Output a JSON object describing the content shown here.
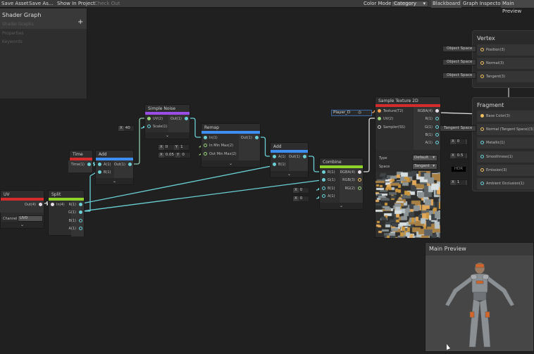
{
  "toolbar": {
    "save_asset": "Save Asset",
    "save_as": "Save As...",
    "show_in_project": "Show In Project",
    "check_out": "Check Out",
    "color_mode_label": "Color Mode",
    "color_mode_value": "Category",
    "blackboard": "Blackboard",
    "graph_inspector": "Graph Inspector",
    "main_preview": "Main Preview"
  },
  "blackboard": {
    "title": "Shader Graph",
    "subtitle": "Shader Graphs",
    "add": "+",
    "sections": [
      "Properties",
      "Keywords"
    ]
  },
  "colors": {
    "canvas": "#202020",
    "math": "#3d8ef0",
    "procedural": "#9b4de8",
    "input": "#d42c2c",
    "channel": "#8fd22a",
    "wire": "#6ad0d6",
    "vector4": "#e6dce6",
    "texture": "#f0a050",
    "uv": "#9bd27a"
  },
  "nodes": {
    "noise": {
      "title": "Simple Noise",
      "color": "#9b4de8",
      "inputs": [
        {
          "label": "UV(2)",
          "c": "#9bd27a",
          "on": true
        },
        {
          "label": "Scale(1)",
          "c": "#6ad0d6"
        }
      ],
      "outputs": [
        {
          "label": "Out(1)",
          "c": "#6ad0d6",
          "on": true
        }
      ],
      "chevron": "⌄"
    },
    "remap": {
      "title": "Remap",
      "color": "#3d8ef0",
      "inputs": [
        {
          "label": "In(1)",
          "c": "#6ad0d6",
          "on": true
        },
        {
          "label": "In Min Max(2)",
          "c": "#9bd27a"
        },
        {
          "label": "Out Min Max(2)",
          "c": "#9bd27a"
        }
      ],
      "outputs": [
        {
          "label": "Out(1)",
          "c": "#6ad0d6",
          "on": true
        }
      ],
      "chevron": "⌄"
    },
    "add2": {
      "title": "Add",
      "color": "#3d8ef0",
      "inputs": [
        {
          "label": "A(1)",
          "c": "#6ad0d6",
          "on": true
        },
        {
          "label": "B(1)",
          "c": "#6ad0d6",
          "on": true
        }
      ],
      "outputs": [
        {
          "label": "Out(1)",
          "c": "#6ad0d6",
          "on": true
        }
      ],
      "chevron": "⌄"
    },
    "combine": {
      "title": "Combine",
      "color": "#8fd22a",
      "inputs": [
        {
          "label": "R(1)",
          "c": "#6ad0d6",
          "on": true
        },
        {
          "label": "G(1)",
          "c": "#6ad0d6",
          "on": true
        },
        {
          "label": "B(1)",
          "c": "#6ad0d6"
        },
        {
          "label": "A(1)",
          "c": "#6ad0d6"
        }
      ],
      "outputs": [
        {
          "label": "RGBA(4)",
          "c": "#e6dce6",
          "on": true
        },
        {
          "label": "RGB(3)",
          "c": "#f0c060"
        },
        {
          "label": "RG(2)",
          "c": "#9bd27a"
        }
      ],
      "chevron": "⌄"
    },
    "time": {
      "title": "Time",
      "color": "#d42c2c",
      "inputs": [],
      "outputs": [
        {
          "label": "Time(1)",
          "c": "#6ad0d6",
          "on": true
        }
      ]
    },
    "add1": {
      "title": "Add",
      "color": "#3d8ef0",
      "inputs": [
        {
          "label": "A(1)",
          "c": "#6ad0d6",
          "on": true
        },
        {
          "label": "B(1)",
          "c": "#6ad0d6",
          "on": true
        }
      ],
      "outputs": [
        {
          "label": "Out(1)",
          "c": "#6ad0d6",
          "on": true
        }
      ],
      "chevron": "⌄"
    },
    "uv": {
      "title": "UV",
      "color": "#d42c2c",
      "inputs": [],
      "outputs": [
        {
          "label": "Out(4)",
          "c": "#e6dce6",
          "on": true
        }
      ],
      "channel_label": "Channel",
      "channel_value": "UV0",
      "chevron": "⌄"
    },
    "split": {
      "title": "Split",
      "color": "#8fd22a",
      "inputs": [
        {
          "label": "In(4)",
          "c": "#e6dce6",
          "on": true
        }
      ],
      "outputs": [
        {
          "label": "R(1)",
          "c": "#6ad0d6",
          "on": true
        },
        {
          "label": "G(1)",
          "c": "#6ad0d6",
          "on": true
        },
        {
          "label": "B(1)",
          "c": "#6ad0d6"
        },
        {
          "label": "A(1)",
          "c": "#6ad0d6"
        }
      ]
    },
    "tex": {
      "title": "Sample Texture 2D",
      "color": "#d42c2c",
      "inputs": [
        {
          "label": "Texture(T2)",
          "c": "#f0a050",
          "on": true
        },
        {
          "label": "UV(2)",
          "c": "#9bd27a",
          "on": true
        },
        {
          "label": "Sampler(SS)",
          "c": "#cccccc"
        }
      ],
      "outputs": [
        {
          "label": "RGBA(4)",
          "c": "#e6dce6",
          "on": true
        },
        {
          "label": "R(1)",
          "c": "#6ad0d6"
        },
        {
          "label": "G(1)",
          "c": "#6ad0d6"
        },
        {
          "label": "B(1)",
          "c": "#6ad0d6"
        },
        {
          "label": "A(1)",
          "c": "#6ad0d6"
        }
      ],
      "type_label": "Type",
      "type_value": "Default",
      "space_label": "Space",
      "space_value": "Tangent"
    }
  },
  "fields": {
    "scale": {
      "axis": "X",
      "value": "40"
    },
    "inminmax": {
      "x": "0",
      "y": "1"
    },
    "outminmax": {
      "x": "0.05",
      "y": "0"
    },
    "combine_b": {
      "axis": "X",
      "value": "0"
    },
    "combine_a": {
      "axis": "X",
      "value": "0"
    },
    "texture": {
      "value": "Player_D"
    }
  },
  "vertex": {
    "title": "Vertex",
    "rows": [
      {
        "label": "Position(3)",
        "space": "Object Space"
      },
      {
        "label": "Normal(3)",
        "space": "Object Space"
      },
      {
        "label": "Tangent(3)",
        "space": "Object Space"
      }
    ]
  },
  "fragment": {
    "title": "Fragment",
    "rows": [
      {
        "label": "Base Color(3)"
      },
      {
        "label": "Normal (Tangent Space)(3)",
        "space": "Tangent Space"
      },
      {
        "label": "Metallic(1)",
        "axis": "X",
        "value": "0"
      },
      {
        "label": "Smoothness(1)",
        "axis": "X",
        "value": "0.5"
      },
      {
        "label": "Emission(3)",
        "hdr": "HDR"
      },
      {
        "label": "Ambient Occlusion(1)",
        "axis": "X",
        "value": "1"
      }
    ]
  },
  "main_preview": {
    "title": "Main Preview"
  }
}
